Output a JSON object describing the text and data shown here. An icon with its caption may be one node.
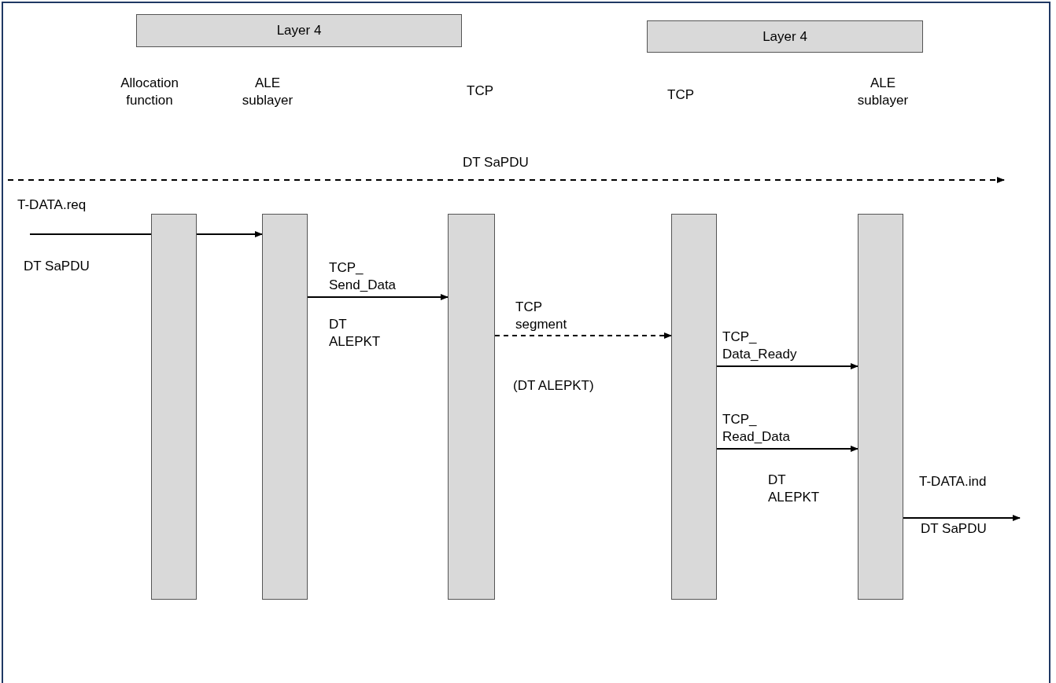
{
  "diagram": {
    "nodes": [
      {
        "text": [
          "Layer 4"
        ]
      },
      {
        "text": [
          "Layer 4"
        ]
      },
      {
        "text": [],
        "shape": "bar"
      },
      {
        "text": [],
        "shape": "bar"
      },
      {
        "text": [],
        "shape": "bar"
      },
      {
        "text": [],
        "shape": "bar"
      },
      {
        "text": [],
        "shape": "bar"
      }
    ],
    "edges": [
      {
        "from": null,
        "to": 3,
        "arrow": "to",
        "label": "T-DATA.req"
      },
      {
        "from": 3,
        "to": 4,
        "arrow": "to",
        "label": "TCP_ Send_Data"
      },
      {
        "from": 4,
        "to": 5,
        "arrow": "to",
        "label": "TCP segment",
        "style": "dashed"
      },
      {
        "from": 5,
        "to": 6,
        "arrow": "to",
        "label": "TCP_ Data_Ready"
      },
      {
        "from": 5,
        "to": 6,
        "arrow": "to",
        "label": "TCP_ Read_Data"
      },
      {
        "from": 6,
        "to": null,
        "arrow": "to",
        "label": "T-DATA.ind"
      }
    ],
    "labels": [
      "Allocation function",
      "ALE sublayer",
      "TCP",
      "TCP",
      "ALE sublayer",
      "DT SaPDU",
      "DT SaPDU",
      "DT ALEPKT",
      "(DT ALEPKT)",
      "DT ALEPKT",
      "DT SaPDU"
    ]
  }
}
